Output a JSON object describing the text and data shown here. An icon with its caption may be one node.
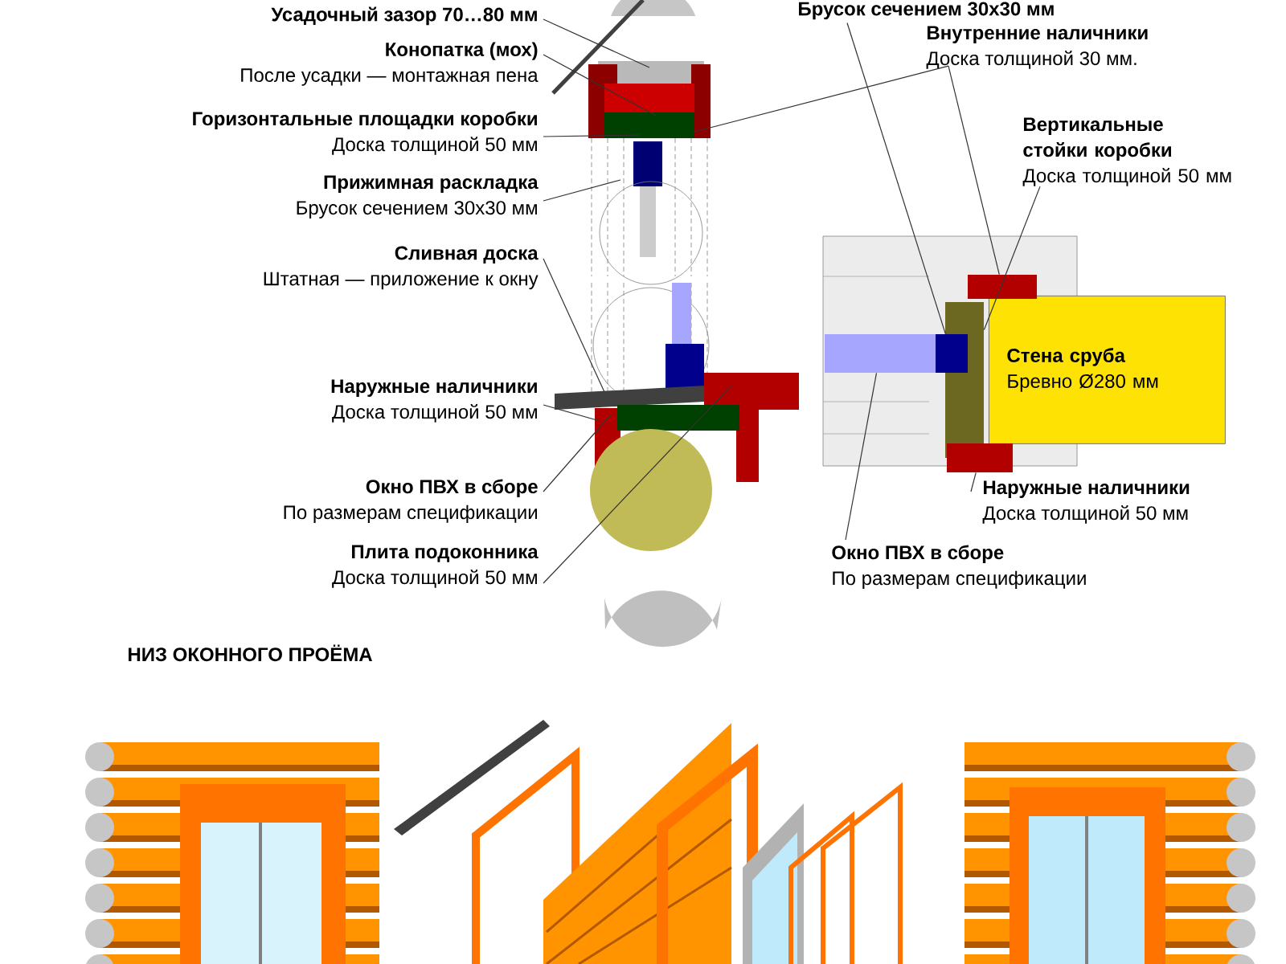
{
  "diagram": {
    "nodes": [
      {
        "text": [
          "Усадочный зазор 70…80 мм"
        ]
      },
      {
        "text": [
          "Конопатка (мох)",
          "После усадки — монтажная пена"
        ]
      },
      {
        "text": [
          "Горизонтальные площадки коробки",
          "Доска толщиной 50 мм"
        ]
      },
      {
        "text": [
          "Прижимная раскладка",
          "Брусок сечением 30х30 мм"
        ]
      },
      {
        "text": [
          "Брусок сечением 30х30 мм"
        ]
      },
      {
        "text": [
          "Внутренние наличники",
          "Доска толщиной 30 мм."
        ]
      },
      {
        "text": [
          "Вертикальные стойки коробки",
          "Доска толщиной 50 мм"
        ]
      },
      {
        "text": [
          "Стена сруба",
          "Бревно Ø280 мм"
        ]
      },
      {
        "text": [
          "Сливная доска",
          "Штатная — приложение к окну"
        ]
      },
      {
        "text": [
          "Наружные наличники",
          "Доска толщиной 50 мм"
        ]
      },
      {
        "text": [
          "Окно ПВХ в сборе",
          "По размерам спецификации"
        ]
      },
      {
        "text": [
          "Плита подоконника",
          "Доска толщиной 50 мм"
        ]
      },
      {
        "text": [
          "Наружные наличники",
          "Доска толщиной 50 мм"
        ]
      },
      {
        "text": [
          "Окно ПВХ в сборе",
          "По размерам спецификации"
        ]
      },
      {
        "text": [],
        "shape": "bar"
      },
      {
        "text": [],
        "shape": "bar"
      },
      {
        "text": [],
        "shape": "bar"
      },
      {
        "text": [],
        "shape": "bar"
      },
      {
        "text": [],
        "shape": "bar"
      }
    ],
    "edges": [
      {
        "from": 0,
        "to": null,
        "arrow": "none"
      },
      {
        "from": 1,
        "to": null,
        "arrow": "none"
      },
      {
        "from": 2,
        "to": null,
        "arrow": "none"
      },
      {
        "from": 3,
        "to": null,
        "arrow": "none"
      },
      {
        "from": 4,
        "to": 16,
        "arrow": "none"
      },
      {
        "from": 5,
        "to": 14,
        "arrow": "none"
      },
      {
        "from": 5,
        "to": null,
        "arrow": "none"
      },
      {
        "from": 6,
        "to": 15,
        "arrow": "none"
      },
      {
        "from": 8,
        "to": null,
        "arrow": "none"
      },
      {
        "from": 9,
        "to": null,
        "arrow": "none"
      },
      {
        "from": 10,
        "to": null,
        "arrow": "none"
      },
      {
        "from": 11,
        "to": null,
        "arrow": "none"
      },
      {
        "from": 12,
        "to": 18,
        "arrow": "none"
      },
      {
        "from": 13,
        "to": 17,
        "arrow": "none"
      }
    ],
    "labels": [
      "НИЗ ОКОННОГО ПРОЁМА"
    ]
  }
}
